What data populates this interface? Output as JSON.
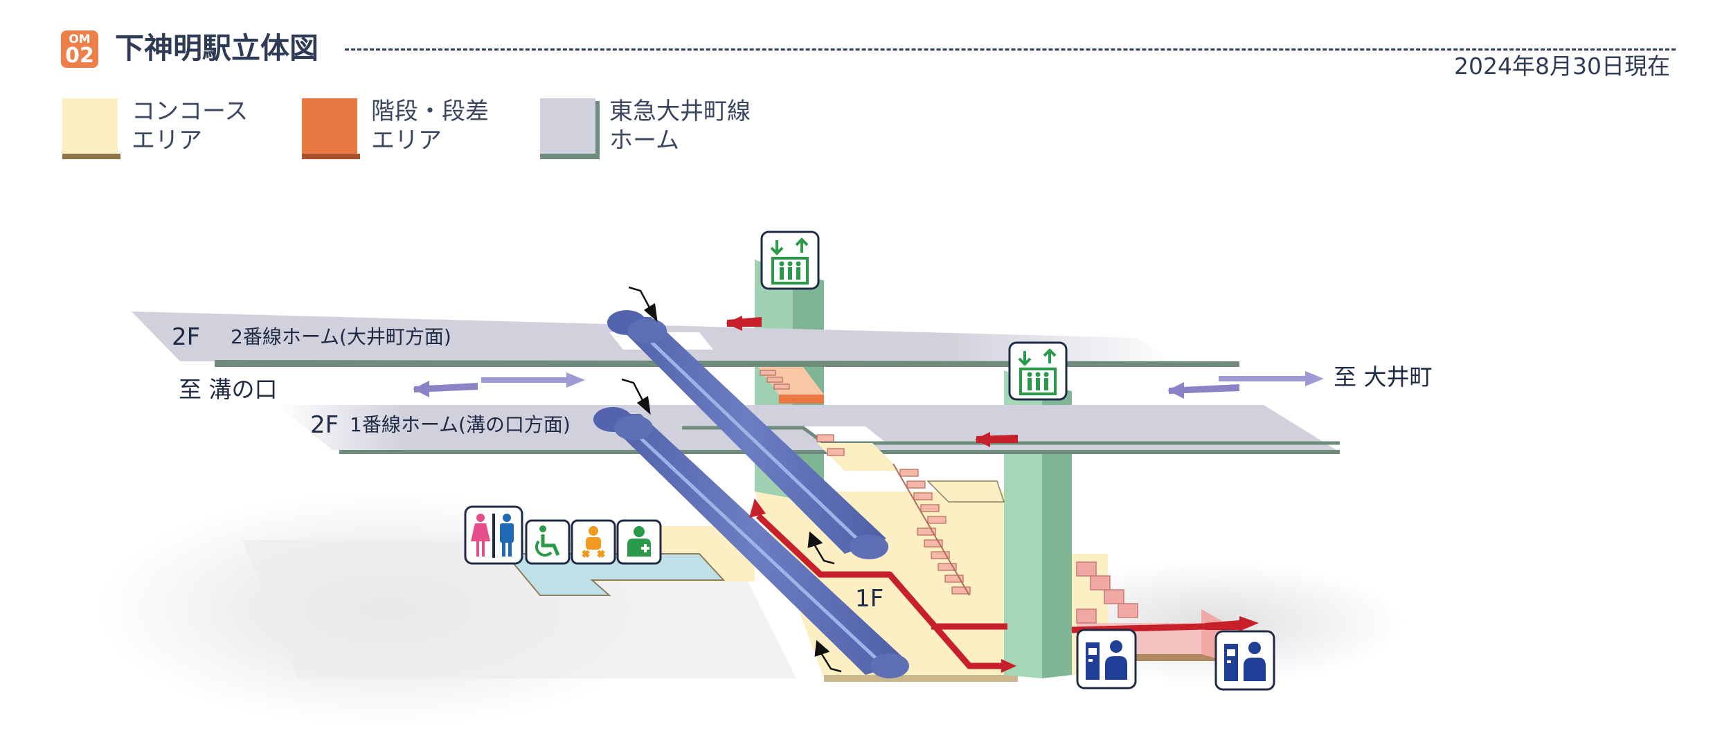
{
  "header": {
    "badge_top": "OM",
    "badge_bottom": "02",
    "title": "下神明駅立体図",
    "date": "2024年8月30日現在"
  },
  "legend": [
    {
      "line1": "コンコース",
      "line2": "エリア",
      "color": "#fcefc4",
      "edge": "#8f7448"
    },
    {
      "line1": "階段・段差",
      "line2": "エリア",
      "color": "#e97843",
      "edge": "#a9512c"
    },
    {
      "line1": "東急大井町線",
      "line2": "ホーム",
      "color": "#d0d1dc",
      "edge": "#6f8b7c"
    }
  ],
  "diagram": {
    "upper": {
      "floor": "2F",
      "name": "2番線ホーム(大井町方面)"
    },
    "lower": {
      "floor": "2F",
      "name": "1番線ホーム(溝の口方面)"
    },
    "concourse_floor": "1F",
    "to_left": "至 溝の口",
    "to_right": "至 大井町"
  },
  "icons": [
    "elevator-icon",
    "elevator-icon",
    "restroom-icon",
    "wheelchair-icon",
    "baby-care-icon",
    "ostomate-icon",
    "ticket-gate-icon",
    "ticket-gate-icon"
  ],
  "colors": {
    "accent": "#ec8048",
    "text": "#2f3b55",
    "platform": "#d0d1dc",
    "platform_edge": "#6f8b7c",
    "concourse": "#fcefc4",
    "stairs": "#e97843",
    "route": "#c8202a",
    "escalator": "#5e6fb4",
    "elevator_shaft": "#8fc3a0",
    "icon_blue": "#1f3e96",
    "icon_green": "#2a9a4a"
  }
}
